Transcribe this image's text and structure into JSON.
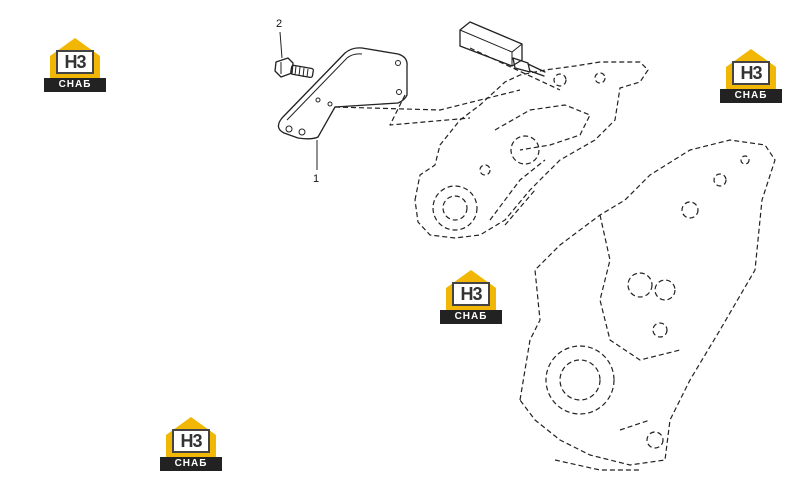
{
  "callouts": [
    {
      "number": "1"
    },
    {
      "number": "2"
    }
  ],
  "watermark": {
    "mark_text": "H3",
    "bar_text": "СНАБ",
    "icon": "house-logo-icon",
    "colors": {
      "roof": "#f2b705",
      "bar": "#222222",
      "mark_border": "#444444"
    }
  }
}
